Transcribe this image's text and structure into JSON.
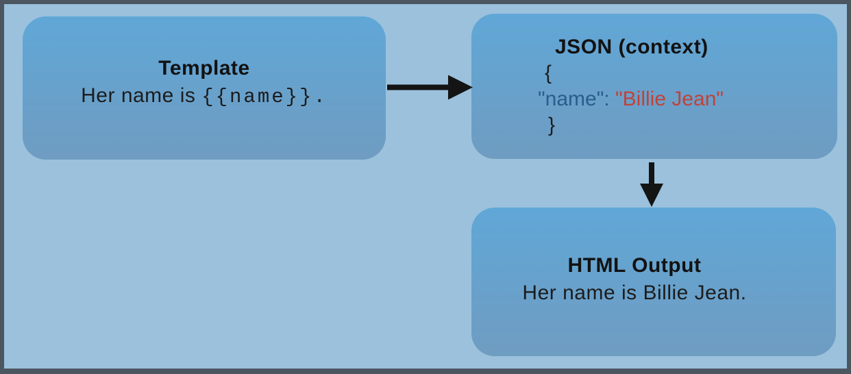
{
  "canvas": {
    "background": "#9bc1dc",
    "frame_border": "#4c5661",
    "box_gradient_top": "#60a7d7",
    "box_gradient_bottom": "#6f9cc1",
    "arrow_color": "#141414",
    "text_color": "#161616"
  },
  "template_box": {
    "title": "Template",
    "body_prefix": "Her name is ",
    "body_token": "{{name}}",
    "body_suffix": "."
  },
  "json_box": {
    "title": "JSON (context)",
    "brace_open": "{",
    "key_and_colon": "\"name\": ",
    "value": "\"Billie Jean\"",
    "brace_close": "}",
    "key_color": "#2a5d8a",
    "value_color": "#c0423a"
  },
  "output_box": {
    "title": "HTML Output",
    "body": "Her name is Billie Jean."
  }
}
